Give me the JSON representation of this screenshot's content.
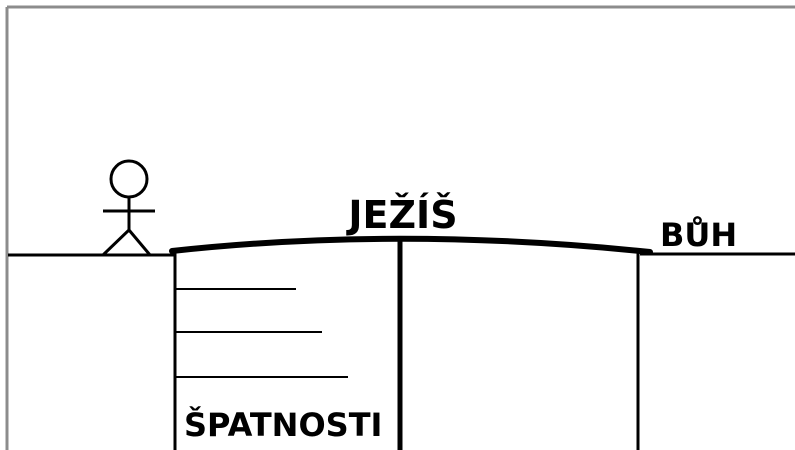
{
  "diagram": {
    "labels": {
      "jesus": "JEŽÍŠ",
      "god": "BŮH",
      "sins": "ŠPATNOSTI"
    },
    "icons": {
      "person": "stick-figure-icon"
    },
    "colors": {
      "ink": "#000000",
      "frame": "#8c8c8c",
      "background": "#ffffff"
    }
  }
}
